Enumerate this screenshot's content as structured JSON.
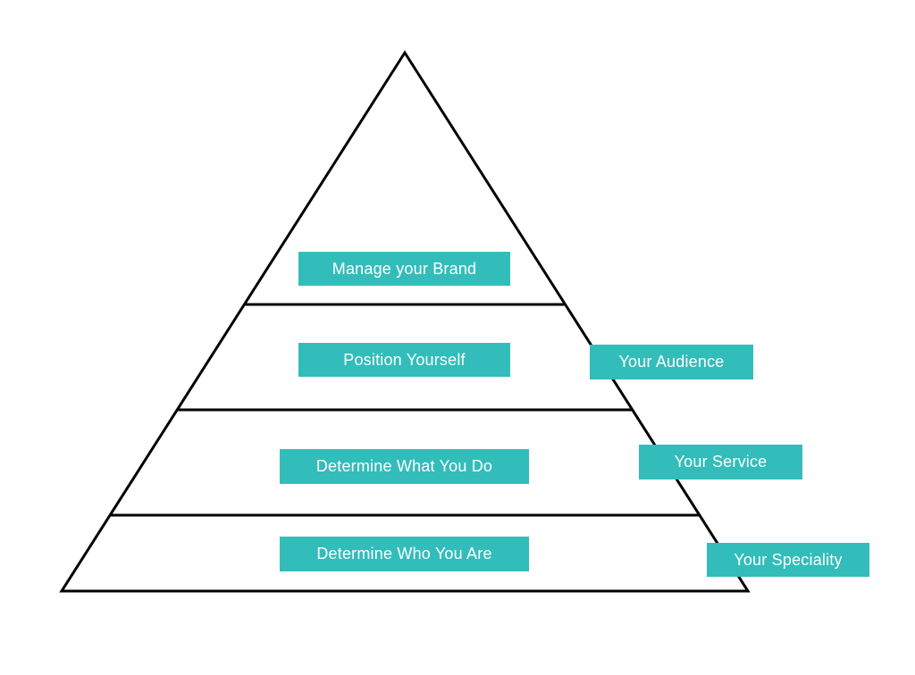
{
  "diagram": {
    "type": "pyramid",
    "colors": {
      "label_fill": "#32BDBA",
      "label_text": "#FFFFFF",
      "outline": "#000000",
      "background": "#FFFFFF"
    },
    "levels": [
      {
        "label": "Manage your Brand"
      },
      {
        "label": "Position Yourself"
      },
      {
        "label": "Determine What You Do"
      },
      {
        "label": "Determine Who You Are"
      }
    ],
    "side_labels": [
      {
        "label": "Your Audience"
      },
      {
        "label": "Your Service"
      },
      {
        "label": "Your Speciality"
      }
    ]
  }
}
